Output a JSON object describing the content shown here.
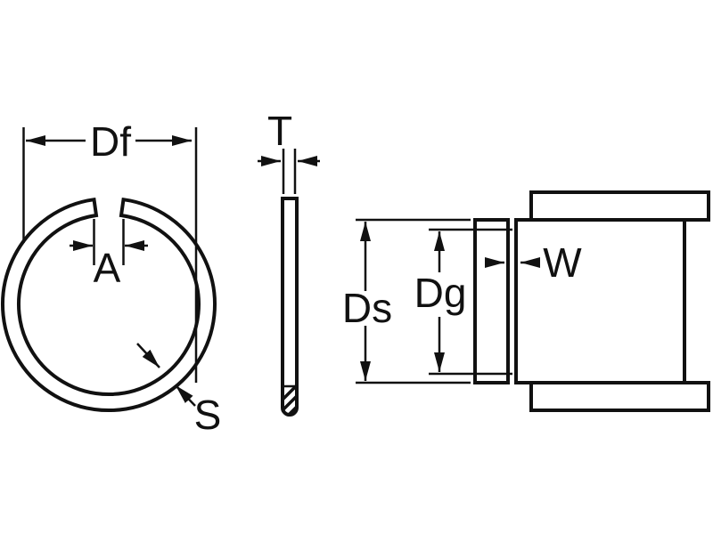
{
  "diagram": {
    "background": "#ffffff",
    "line_color": "#111111",
    "labels": {
      "free_diameter": "Df",
      "gap": "A",
      "radial_wall": "S",
      "thickness": "T",
      "shaft_diameter": "Ds",
      "groove_diameter": "Dg",
      "groove_width": "W"
    }
  }
}
